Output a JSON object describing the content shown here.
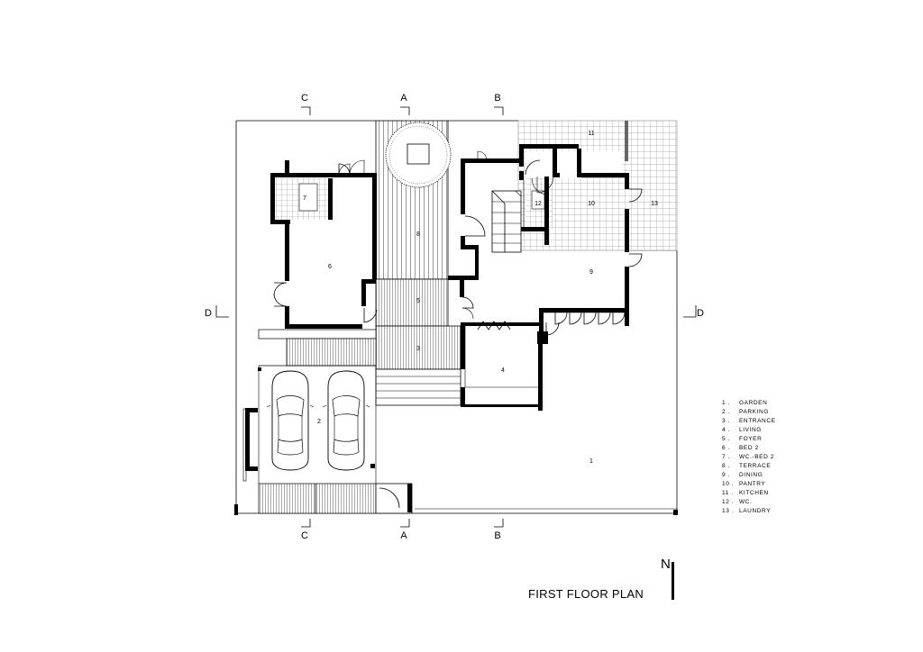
{
  "plan_title": "FIRST FLOOR PLAN",
  "north_label": "N",
  "section_markers": {
    "a": "A",
    "b": "B",
    "c": "C",
    "d": "D"
  },
  "rooms": {
    "r1": "1",
    "r2": "2",
    "r3": "3",
    "r4": "4",
    "r5": "5",
    "r6": "6",
    "r7": "7",
    "r8": "8",
    "r9": "9",
    "r10": "10",
    "r11": "11",
    "r12": "12",
    "r13": "13"
  },
  "legend": [
    {
      "num": "1 .",
      "name": "GARDEN"
    },
    {
      "num": "2 .",
      "name": "PARKING"
    },
    {
      "num": "3 .",
      "name": "ENTRANCE"
    },
    {
      "num": "4 .",
      "name": "LIVING"
    },
    {
      "num": "5 .",
      "name": "FOYER"
    },
    {
      "num": "6 .",
      "name": "BED 2"
    },
    {
      "num": "7 .",
      "name": "WC.-BED 2"
    },
    {
      "num": "8 .",
      "name": "TERRACE"
    },
    {
      "num": "9 .",
      "name": "DINING"
    },
    {
      "num": "10 .",
      "name": "PANTRY"
    },
    {
      "num": "11 .",
      "name": "KITCHEN"
    },
    {
      "num": "12 .",
      "name": "WC."
    },
    {
      "num": "13 .",
      "name": "LAUNDRY"
    }
  ],
  "colors": {
    "ink": "#000000",
    "paper": "#ffffff",
    "tile": "#9a9a9a"
  }
}
